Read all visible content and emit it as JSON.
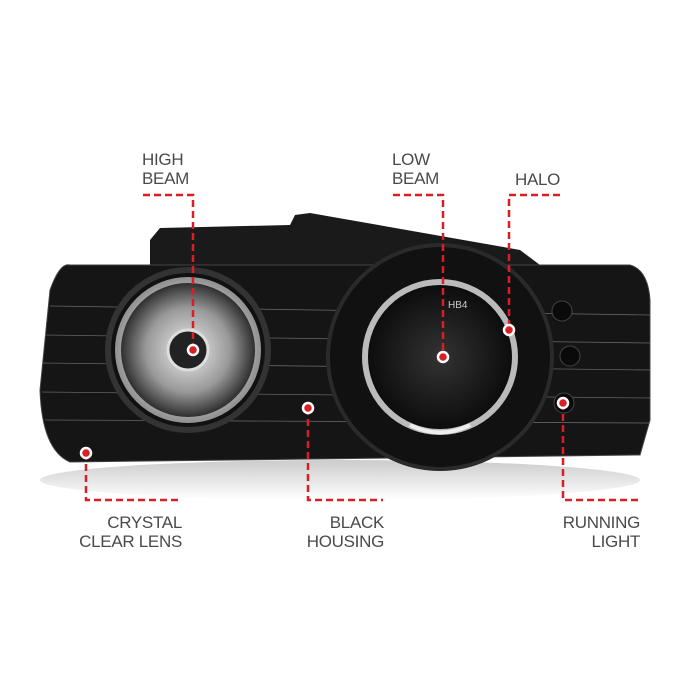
{
  "accent_color": "#d81f26",
  "callouts": {
    "high_beam": [
      "HIGH",
      "BEAM"
    ],
    "low_beam": [
      "LOW",
      "BEAM"
    ],
    "halo": [
      "HALO"
    ],
    "crystal_clear_lens": [
      "CRYSTAL",
      "CLEAR LENS"
    ],
    "black_housing": [
      "BLACK",
      "HOUSING"
    ],
    "running_light": [
      "RUNNING",
      "LIGHT"
    ]
  },
  "product_markings": {
    "bulb_label": "HB4"
  }
}
